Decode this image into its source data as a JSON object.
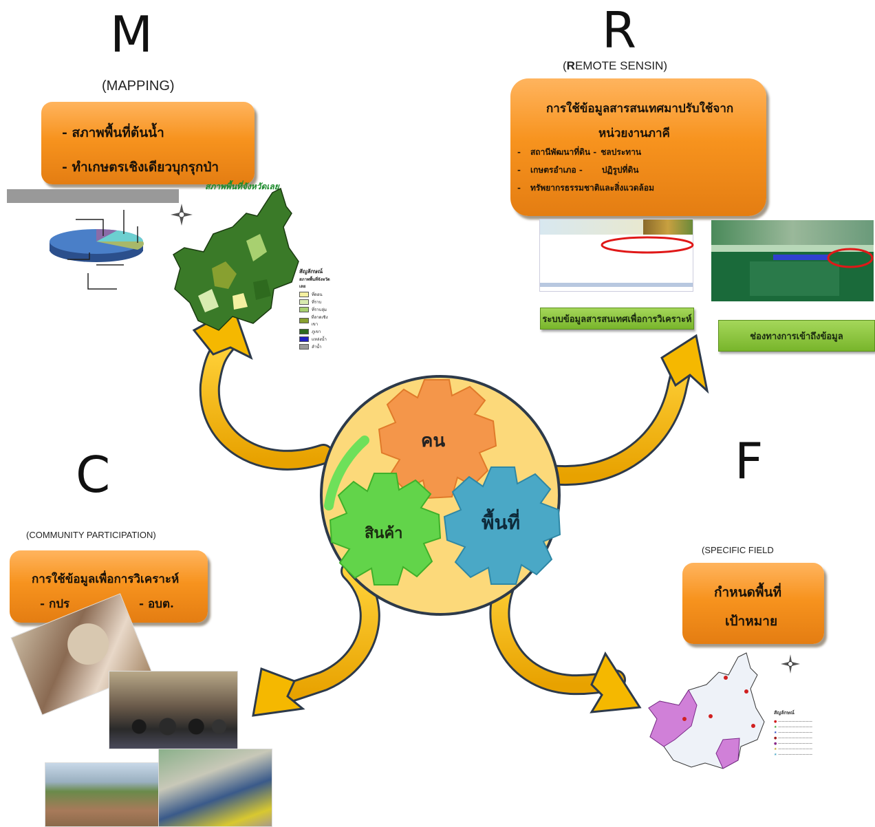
{
  "letters": {
    "m": "M",
    "r": "R",
    "c": "C",
    "f": "F"
  },
  "mapping": {
    "subtitle": "(MAPPING)",
    "items": [
      "- สภาพพื้นที่ต้นน้ำ",
      "- ทำเกษตรเชิงเดียวบุกรุกป่า"
    ],
    "map_title": "สภาพพื้นที่จังหวัดเลย",
    "legend_title": "สัญลักษณ์",
    "legend_subtitle": "สภาพพื้นที่จังหวัดเลย",
    "legend_items": [
      "ที่ดอน",
      "ที่ราบ",
      "ที่ราบลุ่ม",
      "ที่ลาดเชิงเขา",
      "ภูเขา",
      "แหล่งน้ำ",
      "ลำน้ำ"
    ],
    "legend_colors": [
      "#f4f0a0",
      "#d8ecb0",
      "#a8d070",
      "#88a030",
      "#2e6a1e",
      "#2020c0",
      "#999999"
    ]
  },
  "remote": {
    "subtitle_first": "R",
    "subtitle_rest": "EMOTE SENSIN)",
    "subtitle_open": "(",
    "box_title_1": "การใช้ข้อมูลสารสนเทศมาปรับใช้จาก",
    "box_title_2": "หน่วยงานภาคี",
    "rows": [
      {
        "a": "สถานีพัฒนาที่ดิน -",
        "b": "ชลประทาน"
      },
      {
        "a": "เกษตรอำเภอ -",
        "b": "ปฏิรูปที่ดิน"
      },
      {
        "a": "ทรัพยากรธรรมชาติและสิ่งแวดล้อม",
        "b": ""
      }
    ],
    "bullet": "-",
    "button_left": "ระบบข้อมูลสารสนเทศเพื่อการวิเคราะห์",
    "button_right": "ช่องทางการเข้าถึงข้อมูล"
  },
  "community": {
    "subtitle": "(COMMUNITY PARTICIPATION)",
    "box_title": "การใช้ข้อมูลเพื่อการวิเคราะห์",
    "item_a": "- กปร",
    "item_b": "- อบต."
  },
  "specific": {
    "subtitle": "(SPECIFIC FIELD",
    "line1": "กำหนดพื้นที่",
    "line2": "เป้าหมาย",
    "legend_title": "สัญลักษณ์"
  },
  "gears": {
    "top": "คน",
    "left": "สินค้า",
    "right": "พื้นที่"
  },
  "colors": {
    "orange_box": "#f7931e",
    "circle": "#fcd97a",
    "gear_orange": "#f4964a",
    "gear_green": "#62d44a",
    "gear_blue": "#4aa8c6",
    "arrow": "#f5b800",
    "arrow_outline": "#2d3a4a",
    "green_button": "#8cc63f"
  }
}
